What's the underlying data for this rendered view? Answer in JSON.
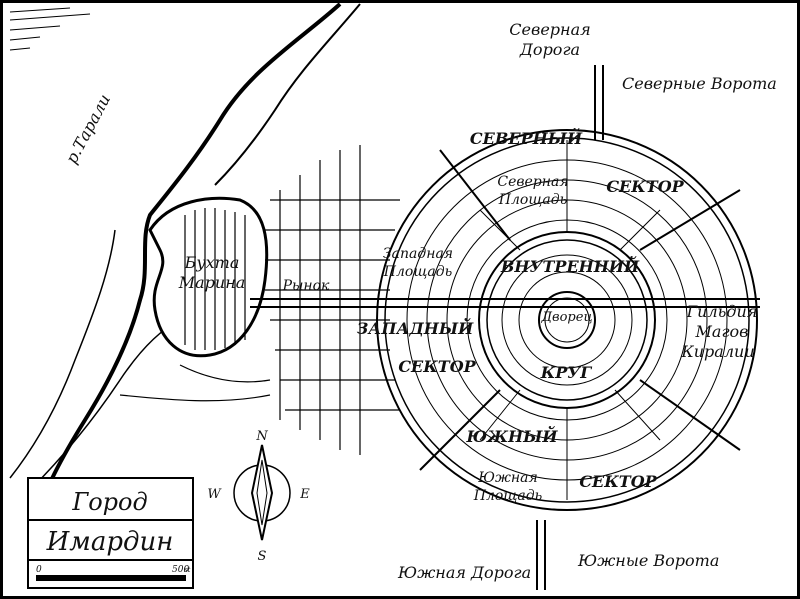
{
  "map": {
    "title_line1": "Город",
    "title_line2": "Имардин",
    "scale": {
      "start": "0",
      "end": "500",
      "unit": "st"
    },
    "compass": {
      "north": "N",
      "south": "S",
      "east": "E",
      "west": "W"
    },
    "river": "р.Тарали",
    "bay_line1": "Бухта",
    "bay_line2": "Марина",
    "market": "Рынок",
    "north_road_line1": "Северная",
    "north_road_line2": "Дорога",
    "north_gate": "Северные Ворота",
    "south_road": "Южная Дорога",
    "south_gate": "Южные Ворота",
    "north_sector_1": "СЕВЕРНЫЙ",
    "north_sector_2": "СЕКТОР",
    "north_square_1": "Северная",
    "north_square_2": "Площадь",
    "west_square_1": "Западная",
    "west_square_2": "Площадь",
    "west_sector_1": "ЗАПАДНЫЙ",
    "west_sector_2": "СЕКТОР",
    "inner_circle_1": "ВНУТРЕННИЙ",
    "inner_circle_2": "КРУГ",
    "palace": "Дворец",
    "guild_1": "Гильдия",
    "guild_2": "Магов",
    "guild_3": "Киралии",
    "south_sector_1": "ЮЖНЫЙ",
    "south_sector_2": "СЕКТОР",
    "south_square_1": "Южная",
    "south_square_2": "Площадь"
  }
}
